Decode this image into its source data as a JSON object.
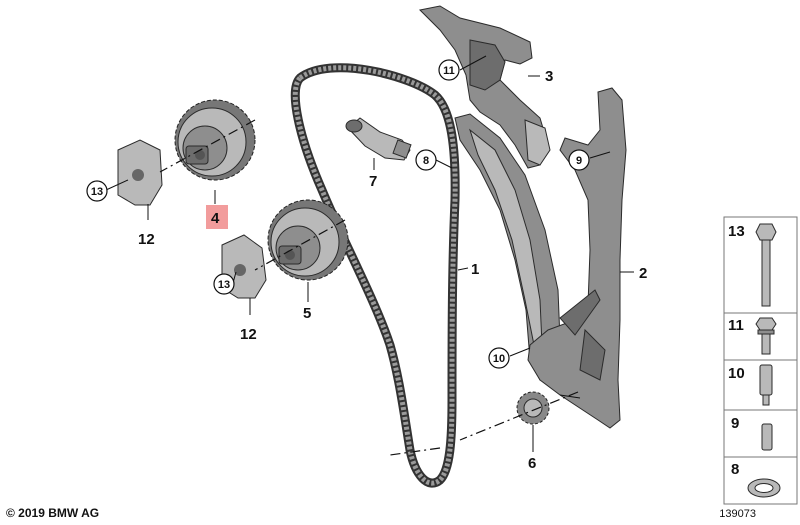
{
  "callouts": {
    "p1": "1",
    "p2": "2",
    "p3": "3",
    "p4": "4",
    "p5": "5",
    "p6": "6",
    "p7": "7",
    "p8": "8",
    "p9": "9",
    "p10": "10",
    "p11": "11",
    "p12a": "12",
    "p12b": "12",
    "p13a": "13",
    "p13b": "13"
  },
  "legend": {
    "items": [
      "13",
      "11",
      "10",
      "9",
      "8"
    ]
  },
  "highlight_color": "#f29c9c",
  "footer": {
    "copyright": "© 2019 BMW AG",
    "drawing_number": "139073"
  }
}
